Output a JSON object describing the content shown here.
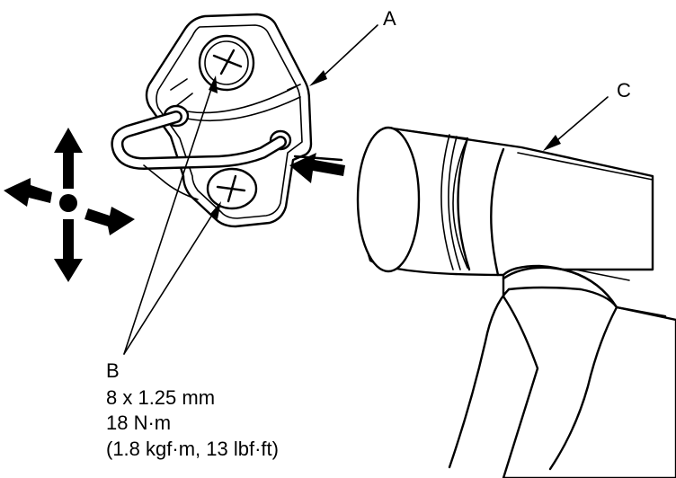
{
  "labels": {
    "a": "A",
    "b": "B",
    "c": "C"
  },
  "spec": {
    "line1": "8 x 1.25 mm",
    "line2": "18 N·m",
    "line3": "(1.8 kgf·m, 13 lbf·ft)"
  },
  "colors": {
    "ink": "#000000",
    "paper": "#ffffff"
  },
  "icons": [
    "move-directions-icon",
    "push-direction-arrow-icon",
    "bolt-icon",
    "bolt-icon"
  ]
}
